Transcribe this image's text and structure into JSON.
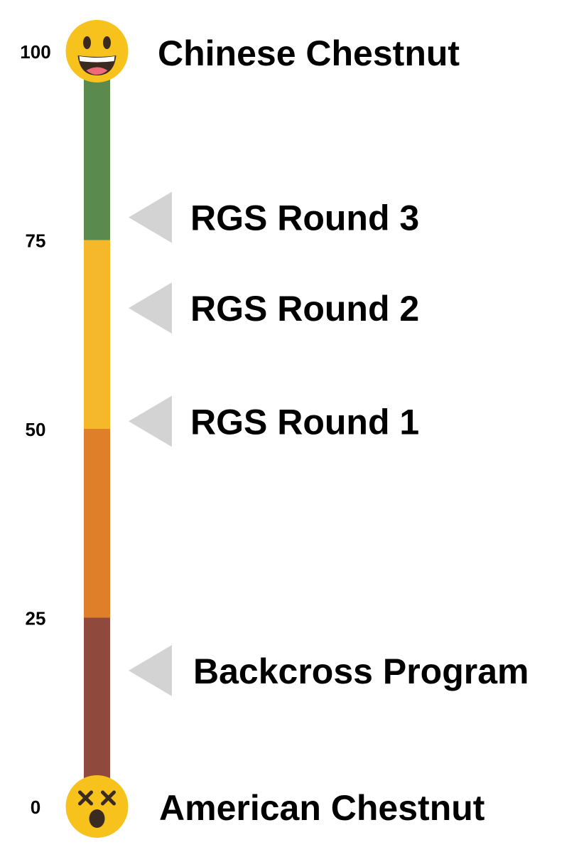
{
  "scale": {
    "min": 0,
    "max": 100,
    "ticks": [
      {
        "value": 100,
        "label": "100"
      },
      {
        "value": 75,
        "label": "75"
      },
      {
        "value": 50,
        "label": "50"
      },
      {
        "value": 25,
        "label": "25"
      },
      {
        "value": 0,
        "label": "0"
      }
    ],
    "segments": [
      {
        "from": 75,
        "to": 100,
        "color": "#5b8a4e"
      },
      {
        "from": 50,
        "to": 75,
        "color": "#f5b82a"
      },
      {
        "from": 25,
        "to": 50,
        "color": "#e07f2a"
      },
      {
        "from": 0,
        "to": 25,
        "color": "#8f4a3d"
      }
    ]
  },
  "endpoints": {
    "top": {
      "label": "Chinese Chestnut",
      "icon": "grinning-face-icon",
      "value": 100
    },
    "bottom": {
      "label": "American Chestnut",
      "icon": "dizzy-face-icon",
      "value": 0
    }
  },
  "markers": [
    {
      "label": "RGS Round 3",
      "value": 78
    },
    {
      "label": "RGS Round 2",
      "value": 66
    },
    {
      "label": "RGS Round 1",
      "value": 51
    },
    {
      "label": "Backcross Program",
      "value": 18
    }
  ],
  "colors": {
    "pointer": "#d3d3d3",
    "text": "#000000",
    "emoji_face": "#f7c21c",
    "emoji_dark": "#3b2a20",
    "emoji_mouth": "#ef6b7a"
  }
}
